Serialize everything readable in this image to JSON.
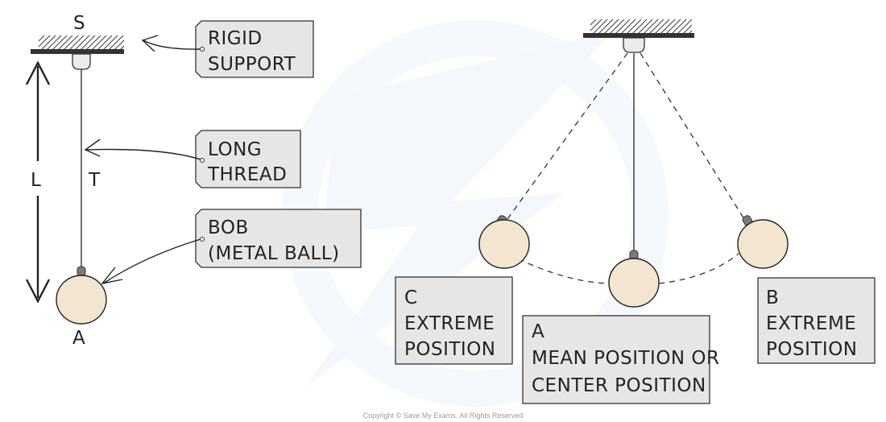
{
  "colors": {
    "bob_fill": "#f3e5cf",
    "tag_fill": "#e6e6e6",
    "clamp_fill": "#ececec",
    "bob_cap": "#7a7a7a",
    "watermark": "#f3f6fb"
  },
  "left_diagram": {
    "support_label": "S",
    "length_label": "L",
    "thread_label": "T",
    "bob_label": "A",
    "tags": {
      "rigid_support": [
        "RIGID",
        "SUPPORT"
      ],
      "long_thread": [
        "LONG",
        "THREAD"
      ],
      "bob": [
        "BOB",
        "(METAL BALL)"
      ]
    }
  },
  "right_diagram": {
    "boxes": {
      "c": [
        "C",
        "EXTREME",
        "POSITION"
      ],
      "a": [
        "A",
        "MEAN POSITION OR",
        "CENTER POSITION"
      ],
      "b": [
        "B",
        "EXTREME",
        "POSITION"
      ]
    }
  },
  "copyright": "Copyright © Save My Exams. All Rights Reserved"
}
